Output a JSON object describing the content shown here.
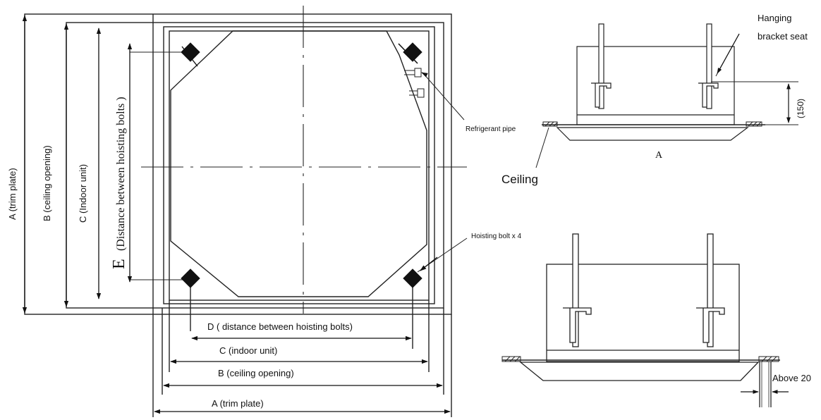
{
  "plan_view": {
    "dim_a_vertical": "A (trim plate)",
    "dim_b_vertical": "B (ceiling opening)",
    "dim_c_vertical": "C (Indoor unit)",
    "dim_e_letter": "E",
    "dim_e_text": "(Distance between hoisting bolts )",
    "dim_d_horizontal": "D  ( distance between hoisting bolts)",
    "dim_c_horizontal": "C (indoor unit)",
    "dim_b_horizontal": "B (ceiling opening)",
    "dim_a_horizontal": "A (trim plate)",
    "refrigerant_pipe_label": "Refrigerant pipe",
    "hoisting_bolt_label": "Hoisting bolt x 4"
  },
  "side_view_top": {
    "hanging_bracket_label_line1": "Hanging",
    "hanging_bracket_label_line2": "bracket seat",
    "dim_150": "(150)",
    "dim_a": "A",
    "ceiling_label": "Ceiling"
  },
  "side_view_bottom": {
    "above_20_label": "Above 20"
  }
}
